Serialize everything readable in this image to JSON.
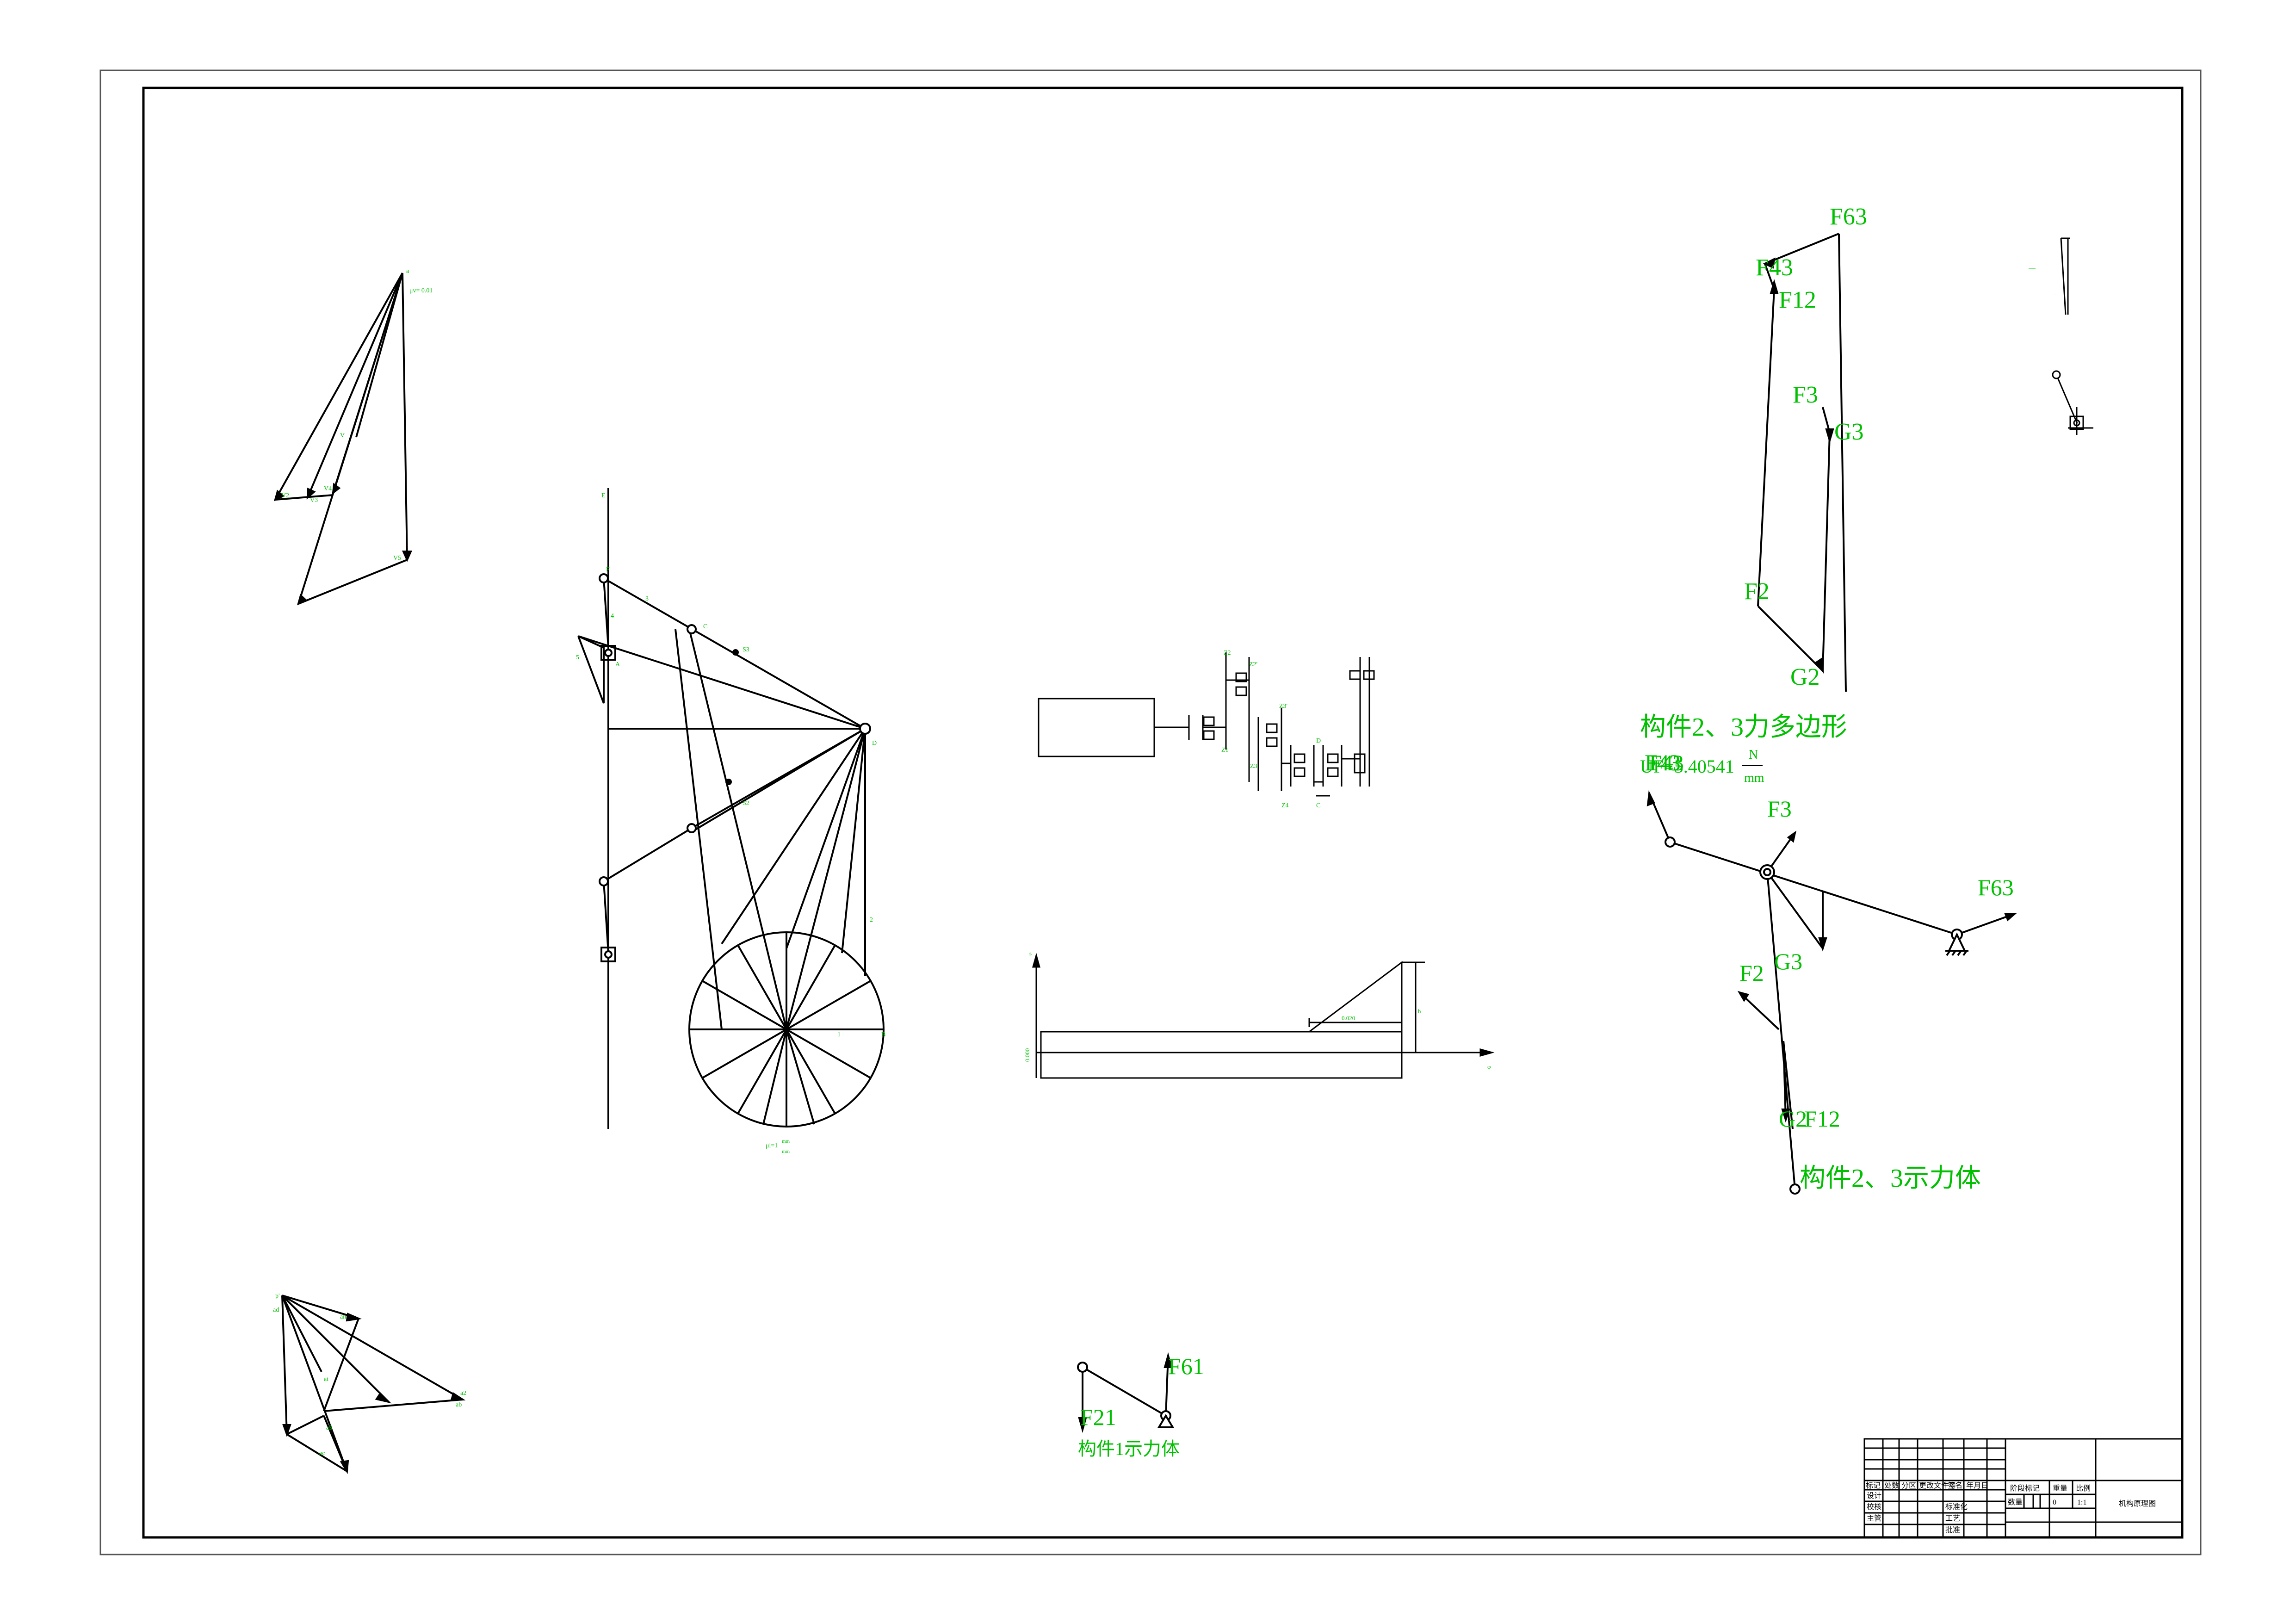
{
  "colors": {
    "line": "#000000",
    "label": "#00c000",
    "paper": "#ffffff"
  },
  "labels": {
    "vel_top": {
      "a": "a",
      "v": "V",
      "v2": "V2",
      "v3": "V3",
      "v4": "V4",
      "v5": "V5",
      "scale": "μv= 0.01"
    },
    "mechanism": {
      "E": "E",
      "F": "F",
      "a4": "4",
      "a5": "5",
      "C": "C",
      "S3": "S3",
      "a3": "3",
      "D": "D",
      "S2": "S2",
      "a2": "2",
      "B": "B",
      "a1": "1",
      "A": "A",
      "scale": "μl=1",
      "scale_unit_top": "mm",
      "scale_unit_bottom": "mm"
    },
    "gears": {
      "z2": "Z2",
      "z2p": "Z2'",
      "z1": "Z1",
      "z3": "Z3",
      "z3p": "Z3'",
      "z4": "Z4",
      "c": "C",
      "d": "D"
    },
    "cam": {
      "y": "s",
      "x": "φ",
      "dim1": "0.020",
      "dim2": "h",
      "dim3": "0.000"
    },
    "force_poly": {
      "F63": "F63",
      "F43": "F43",
      "F12": "F12",
      "F3": "F3",
      "G3": "G3",
      "F2": "F2",
      "G2": "G2",
      "title": "构件2、3力多边形",
      "scale_prefix": "UF=5.40541",
      "scale_num": "N",
      "scale_den": "mm",
      "overlap": "F43"
    },
    "free_body_23": {
      "F43": "F43",
      "F3": "F3",
      "F63": "F63",
      "F2": "F2",
      "G3": "G3",
      "G2": "G2",
      "F12": "F12",
      "title": "构件2、3示力体"
    },
    "free_body_1": {
      "F61": "F61",
      "F21": "F21",
      "title": "构件1示力体"
    },
    "acc_poly": {
      "p": "p'",
      "a2": "a2",
      "an": "an",
      "at": "at",
      "a3": "a3",
      "ac": "ac",
      "ab": "ab",
      "ad": "ad"
    }
  },
  "title_block": {
    "rows": [
      [
        "标记",
        "处数",
        "分区",
        "更改文件号",
        "签名",
        "年月日"
      ],
      [
        "设计",
        "",
        "",
        "标准化",
        "",
        ""
      ],
      [
        "校核",
        "",
        "",
        "工艺",
        "",
        ""
      ],
      [
        "主管",
        "",
        "",
        "批准",
        "",
        ""
      ]
    ],
    "stage_label": "阶段标记",
    "weight_label": "重量",
    "scale_label": "比例",
    "quantity_label": "数量",
    "quantity_value": "0",
    "scale_value": "1:1",
    "drawing_name": "机构原理图"
  }
}
